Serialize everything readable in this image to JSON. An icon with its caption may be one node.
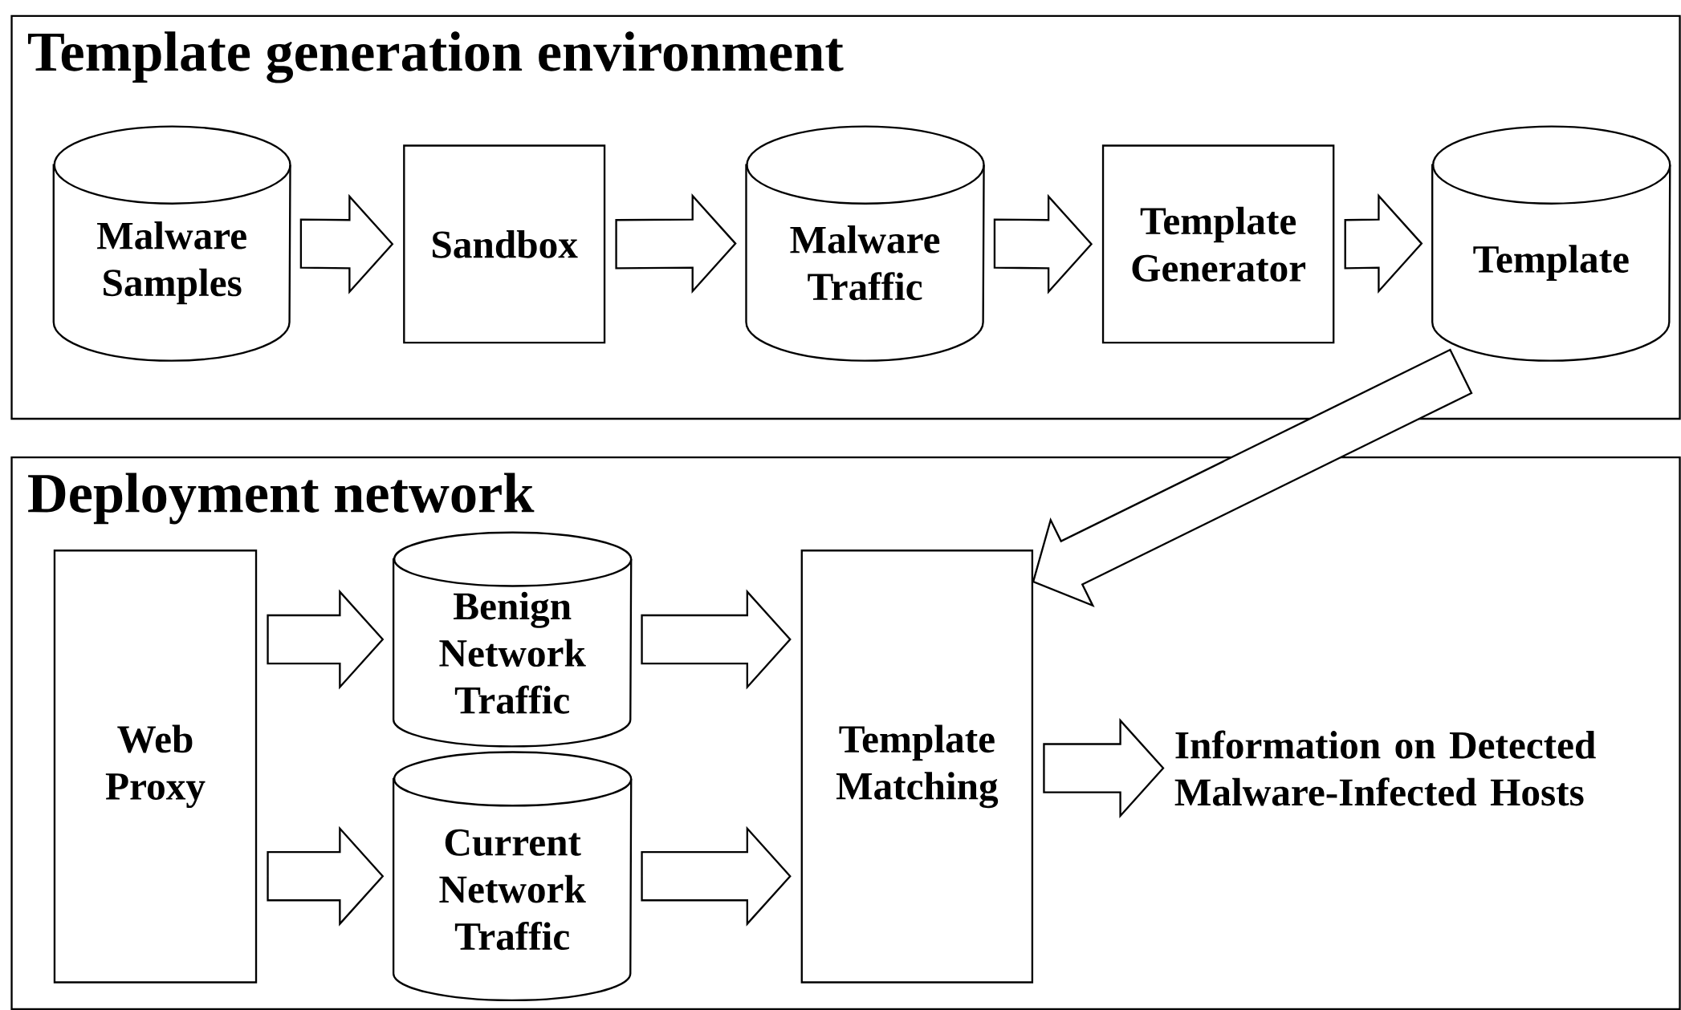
{
  "diagram": {
    "nodes": [
      {
        "text": [
          "Template generation environment"
        ]
      },
      {
        "text": [
          "Malware Samples"
        ],
        "in": 0
      },
      {
        "text": [
          "Sandbox"
        ],
        "in": 0
      },
      {
        "text": [
          "Malware Traffic"
        ],
        "in": 0
      },
      {
        "text": [
          "Template Generator"
        ],
        "in": 0
      },
      {
        "text": [
          "Template"
        ],
        "in": 0
      },
      {
        "text": [
          "Deployment network"
        ]
      },
      {
        "text": [
          "Web Proxy"
        ],
        "in": 6
      },
      {
        "text": [
          "Benign Network Traffic"
        ],
        "in": 6
      },
      {
        "text": [
          "Current Network Traffic"
        ],
        "in": 6
      },
      {
        "text": [
          "Template Matching"
        ],
        "in": 6
      },
      {
        "text": [
          "Information on Detected Malware-Infected Hosts"
        ],
        "in": 6
      }
    ],
    "edges": [
      {
        "from": 1,
        "to": 2,
        "arrow": "to"
      },
      {
        "from": 2,
        "to": 3,
        "arrow": "to"
      },
      {
        "from": 3,
        "to": 4,
        "arrow": "to"
      },
      {
        "from": 4,
        "to": 5,
        "arrow": "to"
      },
      {
        "from": 5,
        "to": 10,
        "arrow": "to"
      },
      {
        "from": 7,
        "to": 8,
        "arrow": "to"
      },
      {
        "from": 7,
        "to": 9,
        "arrow": "to"
      },
      {
        "from": 8,
        "to": 10,
        "arrow": "to"
      },
      {
        "from": 9,
        "to": 10,
        "arrow": "to"
      },
      {
        "from": 10,
        "to": 11,
        "arrow": "to"
      }
    ]
  }
}
